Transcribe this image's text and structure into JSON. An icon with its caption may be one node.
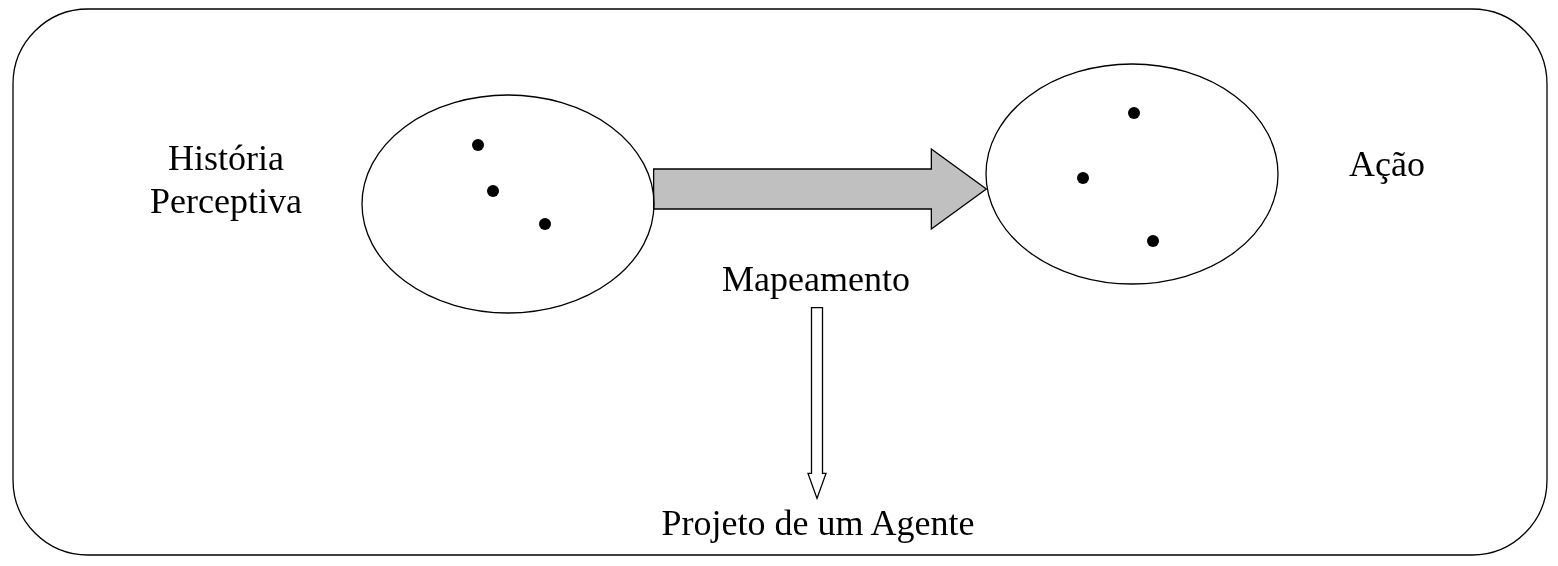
{
  "diagram": {
    "nodes": [
      {
        "text": [],
        "shape": "box"
      },
      {
        "text": [],
        "shape": "ellipse",
        "in": 0,
        "beside": [
          "História Perceptiva"
        ]
      },
      {
        "text": [],
        "shape": "ellipse",
        "in": 0,
        "beside": [
          "Ação"
        ]
      },
      {
        "text": [
          "Mapeamento"
        ],
        "in": 0
      },
      {
        "text": [
          "Projeto de um Agente"
        ],
        "in": 0
      }
    ],
    "edges": [
      {
        "from": 1,
        "to": 2,
        "arrow": "to",
        "style": "thick",
        "color": "#c0c0c0"
      },
      {
        "from": 3,
        "to": 4,
        "arrow": "to"
      }
    ]
  }
}
